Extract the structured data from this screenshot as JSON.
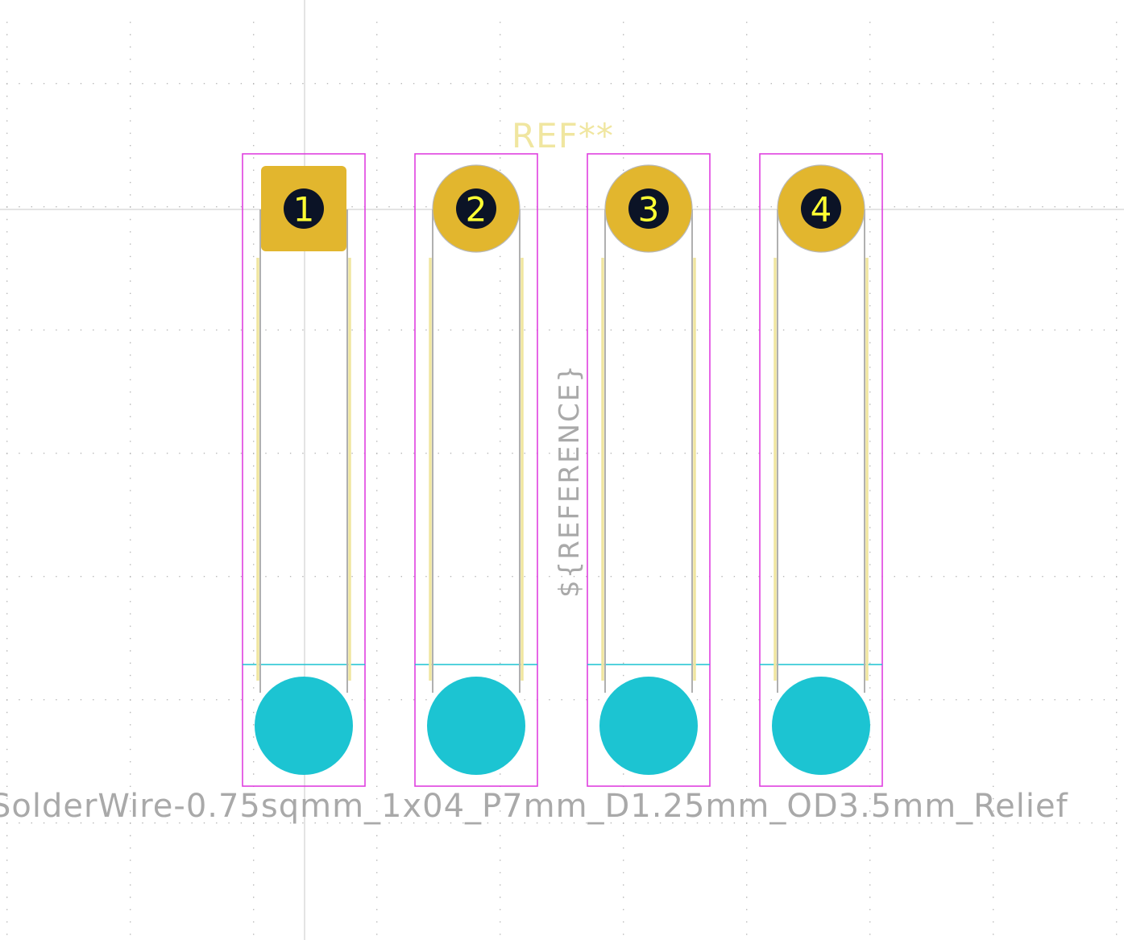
{
  "footprint": {
    "reference": "REF**",
    "reference_field": "${REFERENCE}",
    "value": "SolderWire-0.75sqmm_1x04_P7mm_D1.25mm_OD3.5mm_Relief"
  },
  "pads": [
    {
      "number": "1",
      "shape": "rect"
    },
    {
      "number": "2",
      "shape": "circle"
    },
    {
      "number": "3",
      "shape": "circle"
    },
    {
      "number": "4",
      "shape": "circle"
    }
  ],
  "colors": {
    "background": "#ffffff",
    "grid": "#b8b8b8",
    "crosshair": "#c8c8c8",
    "courtyard": "#e040e0",
    "copper_pad": "#e2b62e",
    "drill_hole": "#0b1326",
    "pad_number": "#ffff33",
    "silkscreen": "#f0e6a0",
    "fab_outline": "#b0b0b0",
    "back_copper": "#1cc4d2",
    "reference_text": "#f0e6a0",
    "value_text": "#a9a9a9"
  }
}
